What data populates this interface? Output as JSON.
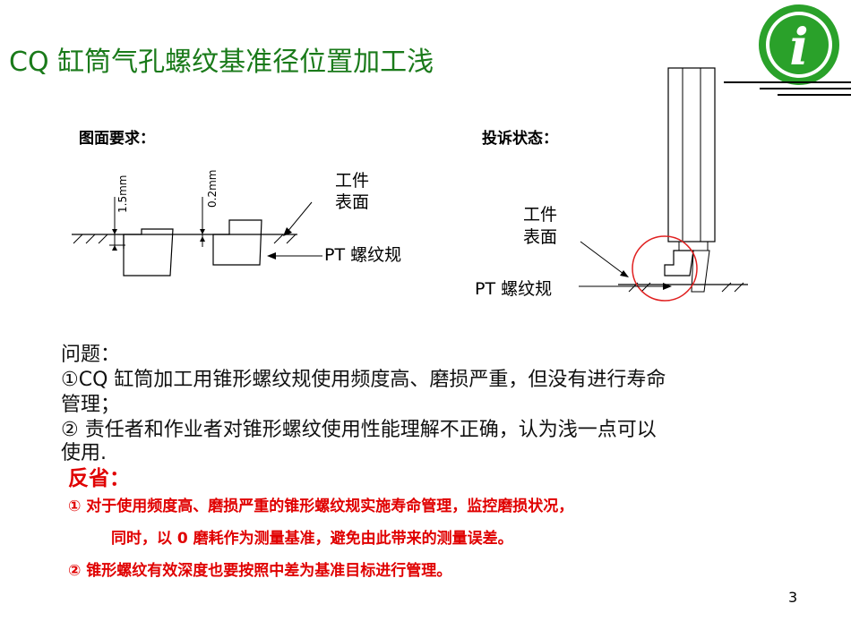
{
  "title": "CQ 缸筒气孔螺纹基准径位置加工浅",
  "left_diagram": {
    "heading": "图面要求：",
    "dim1": "1.5mm",
    "dim2": "0.2mm",
    "workpiece_surface_line1": "工件",
    "workpiece_surface_line2": "表面",
    "gauge_label": "PT 螺纹规"
  },
  "right_diagram": {
    "heading": "投诉状态：",
    "workpiece_surface_line1": "工件",
    "workpiece_surface_line2": "表面",
    "gauge_label": "PT 螺纹规",
    "highlight_color": "#e02020"
  },
  "problem": {
    "heading": "问题：",
    "item1_line1": "①CQ 缸筒加工用锥形螺纹规使用频度高、磨损严重，但没有进行寿命",
    "item1_line2": "管理；",
    "item2_line1": "② 责任者和作业者对锥形螺纹使用性能理解不正确，认为浅一点可以",
    "item2_line2": "使用."
  },
  "reflection": {
    "heading": "反省：",
    "item1_line1": "① 对于使用频度高、磨损严重的锥形螺纹规实施寿命管理，监控磨损状况，",
    "item1_line2": "同时，以 0 磨耗作为测量基准，避免由此带来的测量误差。",
    "item2": "② 锥形螺纹有效深度也要按照中差为基准目标进行管理。"
  },
  "info_icon": {
    "glyph": "i",
    "color": "#2aa12a"
  },
  "page_number": "3",
  "colors": {
    "title": "#1a7a1a",
    "reflection": "#e00000"
  }
}
